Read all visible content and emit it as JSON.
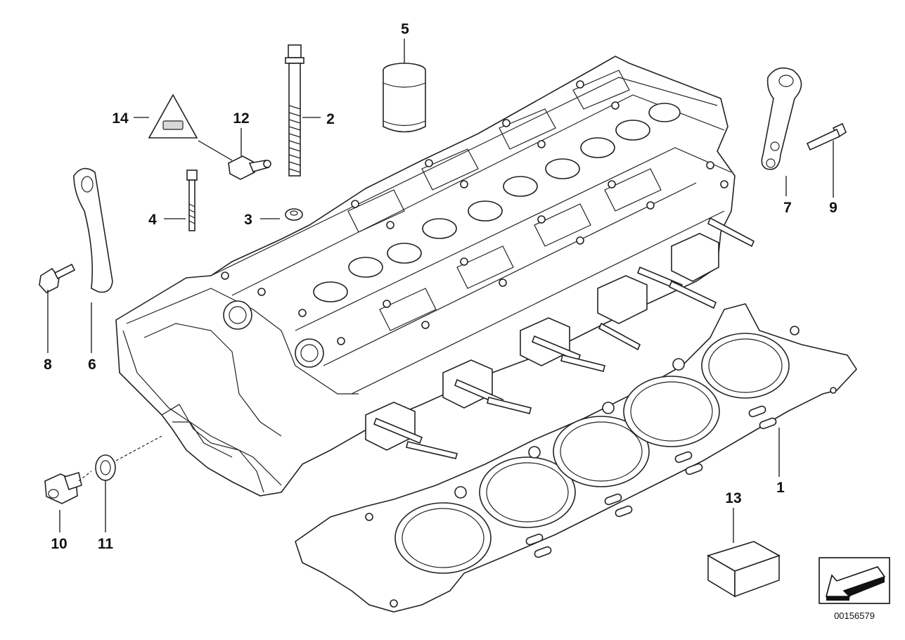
{
  "diagram": {
    "labels": {
      "l1": "1",
      "l2": "2",
      "l3": "3",
      "l4": "4",
      "l5": "5",
      "l6": "6",
      "l7": "7",
      "l8": "8",
      "l9": "9",
      "l10": "10",
      "l11": "11",
      "l12": "12",
      "l13": "13",
      "l14": "14"
    },
    "document_number": "00156579",
    "colors": {
      "line": "#111111",
      "background": "#ffffff"
    }
  }
}
